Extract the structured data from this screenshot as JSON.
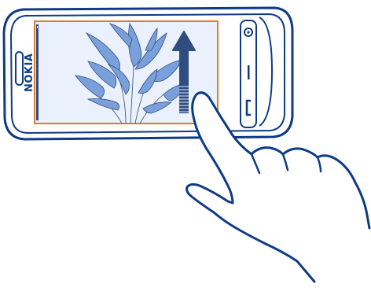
{
  "phone": {
    "brand": "NOKIA",
    "orientation": "landscape"
  },
  "screen": {
    "content": "plant-image",
    "scroll_indicator": "vertical-scrollbar"
  },
  "gesture": {
    "type": "swipe-up",
    "arrow_icon": "arrow-up-icon",
    "hand_icon": "pointing-hand-icon"
  },
  "colors": {
    "outline": "#0e3b86",
    "screen_border": "#e07b2a",
    "screen_fill": "#e8f0fb",
    "plant": "#7aa0dc",
    "arrow": "#2f4d7e"
  }
}
